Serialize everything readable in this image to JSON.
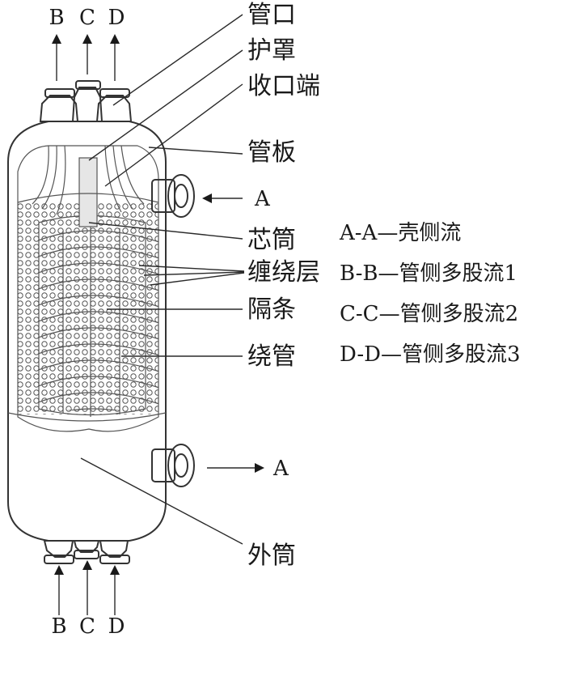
{
  "top_ports": [
    "B",
    "C",
    "D"
  ],
  "bottom_ports": [
    "B",
    "C",
    "D"
  ],
  "shell_in": "A",
  "shell_out": "A",
  "parts": {
    "nozzle": "管口",
    "shroud": "护罩",
    "collar": "收口端",
    "tubesheet": "管板",
    "core": "芯筒",
    "winding_layer": "缠绕层",
    "spacer": "隔条",
    "wound_tube": "绕管",
    "outer_shell": "外筒"
  },
  "legend": [
    "A-A—壳侧流",
    "B-B—管侧多股流1",
    "C-C—管侧多股流2",
    "D-D—管侧多股流3"
  ]
}
